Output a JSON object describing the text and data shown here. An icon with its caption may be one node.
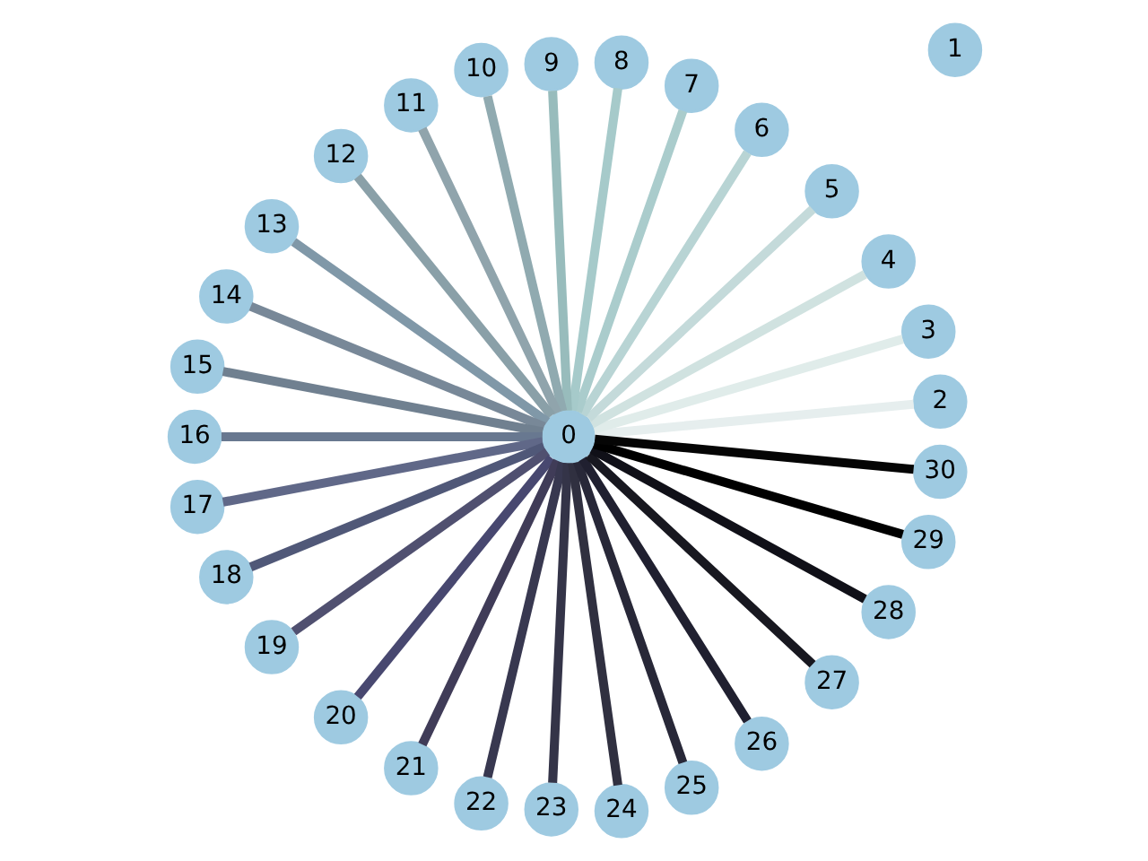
{
  "diagram": {
    "nodes": [
      {
        "text": [
          "0"
        ]
      },
      {
        "text": [
          "1"
        ]
      },
      {
        "text": [
          "2"
        ]
      },
      {
        "text": [
          "3"
        ]
      },
      {
        "text": [
          "4"
        ]
      },
      {
        "text": [
          "5"
        ]
      },
      {
        "text": [
          "6"
        ]
      },
      {
        "text": [
          "7"
        ]
      },
      {
        "text": [
          "8"
        ]
      },
      {
        "text": [
          "9"
        ]
      },
      {
        "text": [
          "10"
        ]
      },
      {
        "text": [
          "11"
        ]
      },
      {
        "text": [
          "12"
        ]
      },
      {
        "text": [
          "13"
        ]
      },
      {
        "text": [
          "14"
        ]
      },
      {
        "text": [
          "15"
        ]
      },
      {
        "text": [
          "16"
        ]
      },
      {
        "text": [
          "17"
        ]
      },
      {
        "text": [
          "18"
        ]
      },
      {
        "text": [
          "19"
        ]
      },
      {
        "text": [
          "20"
        ]
      },
      {
        "text": [
          "21"
        ]
      },
      {
        "text": [
          "22"
        ]
      },
      {
        "text": [
          "23"
        ]
      },
      {
        "text": [
          "24"
        ]
      },
      {
        "text": [
          "25"
        ]
      },
      {
        "text": [
          "26"
        ]
      },
      {
        "text": [
          "27"
        ]
      },
      {
        "text": [
          "28"
        ]
      },
      {
        "text": [
          "29"
        ]
      },
      {
        "text": [
          "30"
        ]
      }
    ],
    "edges": [
      {
        "from": 0,
        "to": 2,
        "arrow": "none",
        "color": "#e6eeee"
      },
      {
        "from": 0,
        "to": 3,
        "arrow": "none",
        "color": "#e0ecea"
      },
      {
        "from": 0,
        "to": 4,
        "arrow": "none",
        "color": "#d0e2e0"
      },
      {
        "from": 0,
        "to": 5,
        "arrow": "none",
        "color": "#c4dada"
      },
      {
        "from": 0,
        "to": 6,
        "arrow": "none",
        "color": "#b8d4d4"
      },
      {
        "from": 0,
        "to": 7,
        "arrow": "none",
        "color": "#aacccc"
      },
      {
        "from": 0,
        "to": 8,
        "arrow": "none",
        "color": "#a6caca"
      },
      {
        "from": 0,
        "to": 9,
        "arrow": "none",
        "color": "#98bcbc"
      },
      {
        "from": 0,
        "to": 10,
        "arrow": "none",
        "color": "#90aab0"
      },
      {
        "from": 0,
        "to": 11,
        "arrow": "none",
        "color": "#90a4ac"
      },
      {
        "from": 0,
        "to": 12,
        "arrow": "none",
        "color": "#8aa0a8"
      },
      {
        "from": 0,
        "to": 13,
        "arrow": "none",
        "color": "#8098a8"
      },
      {
        "from": 0,
        "to": 14,
        "arrow": "none",
        "color": "#788898"
      },
      {
        "from": 0,
        "to": 15,
        "arrow": "none",
        "color": "#708090"
      },
      {
        "from": 0,
        "to": 16,
        "arrow": "none",
        "color": "#687890"
      },
      {
        "from": 0,
        "to": 17,
        "arrow": "none",
        "color": "#606888"
      },
      {
        "from": 0,
        "to": 18,
        "arrow": "none",
        "color": "#505878"
      },
      {
        "from": 0,
        "to": 19,
        "arrow": "none",
        "color": "#505070"
      },
      {
        "from": 0,
        "to": 20,
        "arrow": "none",
        "color": "#484870"
      },
      {
        "from": 0,
        "to": 21,
        "arrow": "none",
        "color": "#403c58"
      },
      {
        "from": 0,
        "to": 22,
        "arrow": "none",
        "color": "#383850"
      },
      {
        "from": 0,
        "to": 23,
        "arrow": "none",
        "color": "#343448"
      },
      {
        "from": 0,
        "to": 24,
        "arrow": "none",
        "color": "#303040"
      },
      {
        "from": 0,
        "to": 25,
        "arrow": "none",
        "color": "#282838"
      },
      {
        "from": 0,
        "to": 26,
        "arrow": "none",
        "color": "#202030"
      },
      {
        "from": 0,
        "to": 27,
        "arrow": "none",
        "color": "#181820"
      },
      {
        "from": 0,
        "to": 28,
        "arrow": "none",
        "color": "#101018"
      },
      {
        "from": 0,
        "to": 29,
        "arrow": "none",
        "color": "#000000"
      },
      {
        "from": 0,
        "to": 30,
        "arrow": "none",
        "color": "#050505"
      }
    ]
  }
}
